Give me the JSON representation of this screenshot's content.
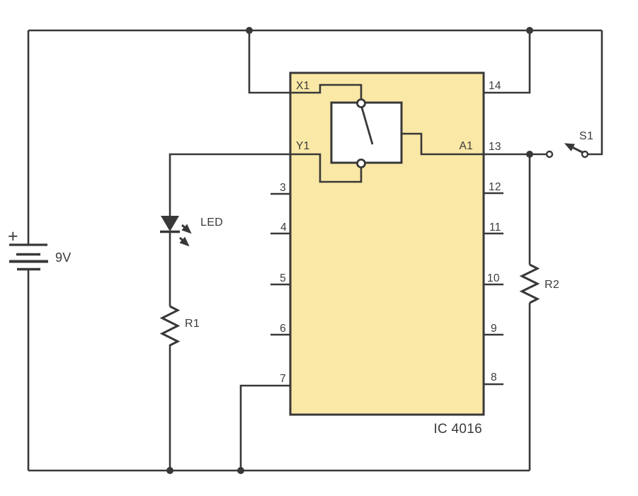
{
  "diagram": {
    "kind": "circuit-schematic",
    "colors": {
      "wire": "#383838",
      "ic_fill": "#FAE8A6",
      "text": "#3a3a3a",
      "background": "#ffffff"
    },
    "battery": {
      "voltage_label": "9V",
      "polarity_label": "+"
    },
    "led": {
      "label": "LED"
    },
    "resistor1": {
      "label": "R1"
    },
    "resistor2": {
      "label": "R2"
    },
    "switch1": {
      "label": "S1"
    },
    "ic": {
      "name_label": "IC 4016",
      "switch_pin_labels": {
        "x1": "X1",
        "y1": "Y1",
        "a1": "A1"
      },
      "left_pin_numbers": [
        "3",
        "4",
        "5",
        "6",
        "7"
      ],
      "right_pin_numbers": [
        "14",
        "13",
        "12",
        "11",
        "10",
        "9",
        "8"
      ]
    }
  }
}
